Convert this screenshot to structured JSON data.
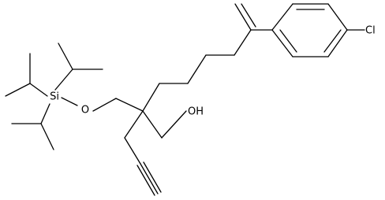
{
  "structure": {
    "atom_labels": {
      "cl": "Cl",
      "oh": "OH",
      "o": "O",
      "si": "Si"
    },
    "colors": {
      "bond": "#000000",
      "background": "#ffffff"
    }
  }
}
